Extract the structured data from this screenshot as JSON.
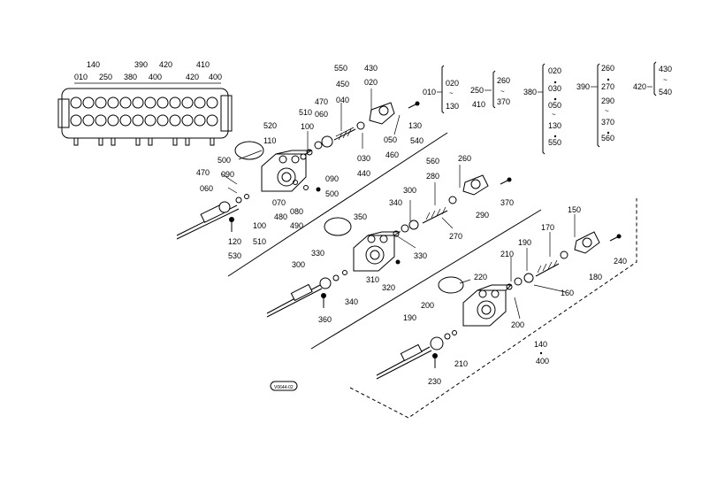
{
  "top_labels": [
    "140",
    "010",
    "250",
    "390",
    "380",
    "400",
    "420",
    "420",
    "410",
    "400"
  ],
  "block1": {
    "labels": [
      "550",
      "450",
      "040",
      "430",
      "020",
      "470",
      "060",
      "520",
      "110",
      "510",
      "100",
      "500",
      "090",
      "470",
      "060",
      "030",
      "440",
      "050",
      "460",
      "130",
      "540",
      "070",
      "480",
      "080",
      "490",
      "090",
      "500",
      "100",
      "510",
      "120",
      "530"
    ]
  },
  "block2": {
    "labels": [
      "560",
      "280",
      "260",
      "300",
      "340",
      "350",
      "290",
      "370",
      "270",
      "330",
      "330",
      "300",
      "310",
      "320",
      "340",
      "360"
    ]
  },
  "block3": {
    "labels": [
      "150",
      "170",
      "190",
      "210",
      "220",
      "240",
      "180",
      "160",
      "200",
      "190",
      "200",
      "210",
      "230",
      "140",
      "400"
    ]
  },
  "right_groups": [
    {
      "label": "010",
      "items": [
        "020",
        "130"
      ]
    },
    {
      "label": "250",
      "items": [
        "260",
        "410",
        "370"
      ]
    },
    {
      "label": "380",
      "items": [
        "020",
        "030",
        "050",
        "130",
        "550"
      ]
    },
    {
      "label": "390",
      "items": [
        "260",
        "270",
        "290",
        "370",
        "560"
      ]
    },
    {
      "label": "420",
      "items": [
        "430",
        "540"
      ]
    }
  ],
  "stamp": "V0644-02"
}
